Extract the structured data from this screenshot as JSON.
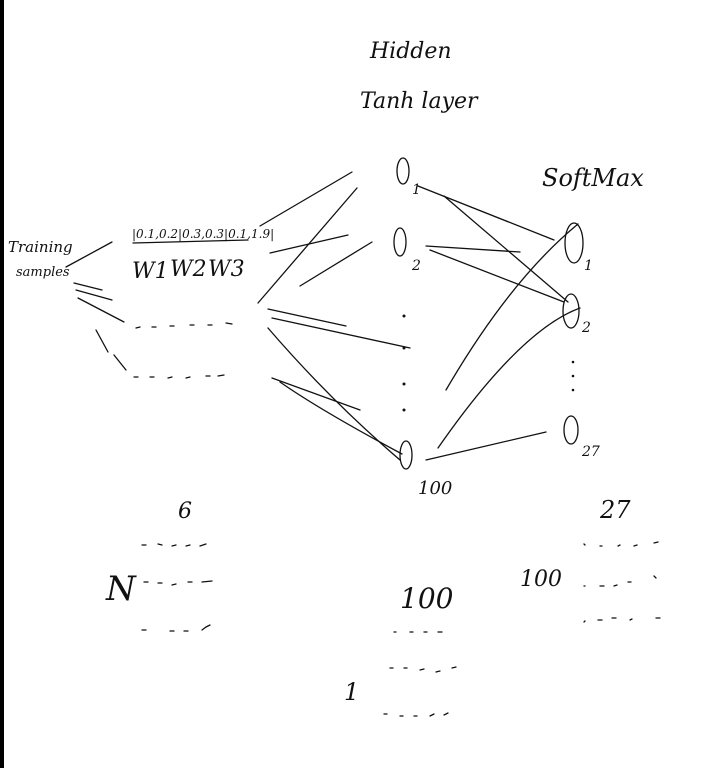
{
  "hidden_title": [
    "Hidden",
    "Tanh layer"
  ],
  "softmax_title": "SoftMax",
  "input_label": [
    "Training",
    "samples"
  ],
  "vector_text": "|0.1,0.2|0.3,0.3|0.1,1.9|",
  "weights": [
    "W1",
    "W2",
    "W3"
  ],
  "hidden_nodes": [
    "O1",
    "O2",
    "O100"
  ],
  "hidden_sub": [
    "1",
    "2",
    "100"
  ],
  "output_nodes": [
    "O1",
    "O2",
    "O27"
  ],
  "output_sub": [
    "1",
    "2",
    "27"
  ],
  "matrix_input": {
    "rows": "N",
    "cols": "6"
  },
  "matrix_hidden": {
    "rows": "1",
    "cols": "100"
  },
  "matrix_output": {
    "rows": "100",
    "cols": "27"
  },
  "colors": {
    "ink": "#111111",
    "frame": "#000000",
    "paper": "#ffffff"
  }
}
